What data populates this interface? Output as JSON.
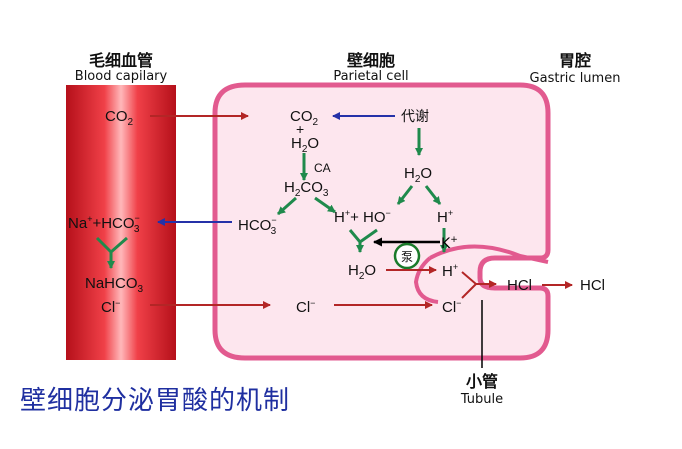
{
  "title": "壁细胞分泌胃酸的机制",
  "regions": {
    "blood": {
      "zh": "毛细血管",
      "en": "Blood capilary"
    },
    "cell": {
      "zh": "壁细胞",
      "en": "Parietal cell"
    },
    "lumen": {
      "zh": "胃腔",
      "en": "Gastric lumen"
    },
    "tubule": {
      "zh": "小管",
      "en": "Tubule"
    }
  },
  "labels": {
    "co2_blood": [
      "CO",
      "2"
    ],
    "co2_cell": [
      "CO",
      "2"
    ],
    "plus": "+",
    "h2o_top": [
      "H",
      "2",
      "O"
    ],
    "metabolism": "代谢",
    "h2o_right": [
      "H",
      "2",
      "O"
    ],
    "ca": "CA",
    "h2co3": [
      "H",
      "2",
      "CO",
      "3"
    ],
    "hco3_cell": [
      "HCO",
      "3",
      "−"
    ],
    "h_ho": [
      "H",
      "+",
      "+ HO",
      "−"
    ],
    "h_right": [
      "H",
      "+"
    ],
    "na_hco3": [
      "Na",
      "+",
      "+HCO",
      "3",
      "−"
    ],
    "nahco3": [
      "NaHCO",
      "3"
    ],
    "cl_blood": [
      "Cl",
      "−"
    ],
    "cl_cell": [
      "Cl",
      "−"
    ],
    "cl_lumen": [
      "Cl",
      "−"
    ],
    "h2o_pump": [
      "H",
      "2",
      "O"
    ],
    "h_pump": [
      "H",
      "+"
    ],
    "pump": "泵",
    "k": [
      "K",
      "+"
    ],
    "hcl_1": "HCl",
    "hcl_2": "HCl"
  },
  "colors": {
    "capillary_red": "#e8222b",
    "cell_border": "#e25a8f",
    "cell_fill": "#fde6ee",
    "blue_arrow": "#2531a8",
    "green_arrow": "#1f8a4c",
    "red_arrow": "#b32626",
    "pump_circle": "#1a7a2a",
    "title_blue": "#1f2fa0"
  }
}
